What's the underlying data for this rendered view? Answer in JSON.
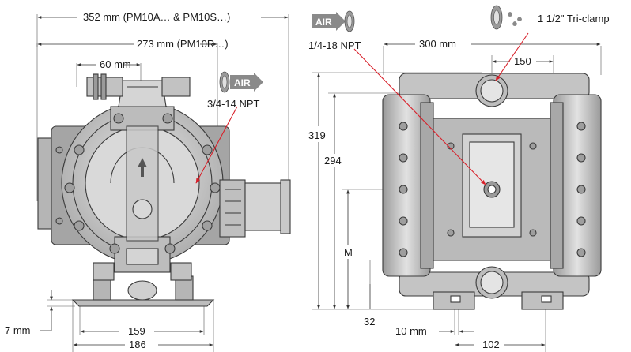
{
  "dimensions": {
    "overall_width_a_s": "352 mm (PM10A… & PM10S…)",
    "overall_width_r": "273 mm (PM10R…)",
    "inlet_offset": "60 mm",
    "base_width_outer": "186",
    "base_width_inner": "159",
    "base_offset": "7 mm",
    "side_width": "300 mm",
    "port_spacing": "150",
    "height_total": "319",
    "height_outlet": "294",
    "height_m": "M",
    "foot_height": "32",
    "foot_slot": "10 mm",
    "foot_spacing": "102"
  },
  "ports": {
    "air_inlet": "3/4-14 NPT",
    "air_exhaust": "1/4-18 NPT",
    "fluid": "1 1/2\" Tri-clamp",
    "air_tag_left": "AIR",
    "air_tag_right": "AIR"
  },
  "colors": {
    "body_fill": "#c9c9c9",
    "body_dark": "#8e8e8e",
    "body_light": "#e6e6e6",
    "leader_red": "#d8202a",
    "air_arrow": "#8a8a8a"
  }
}
